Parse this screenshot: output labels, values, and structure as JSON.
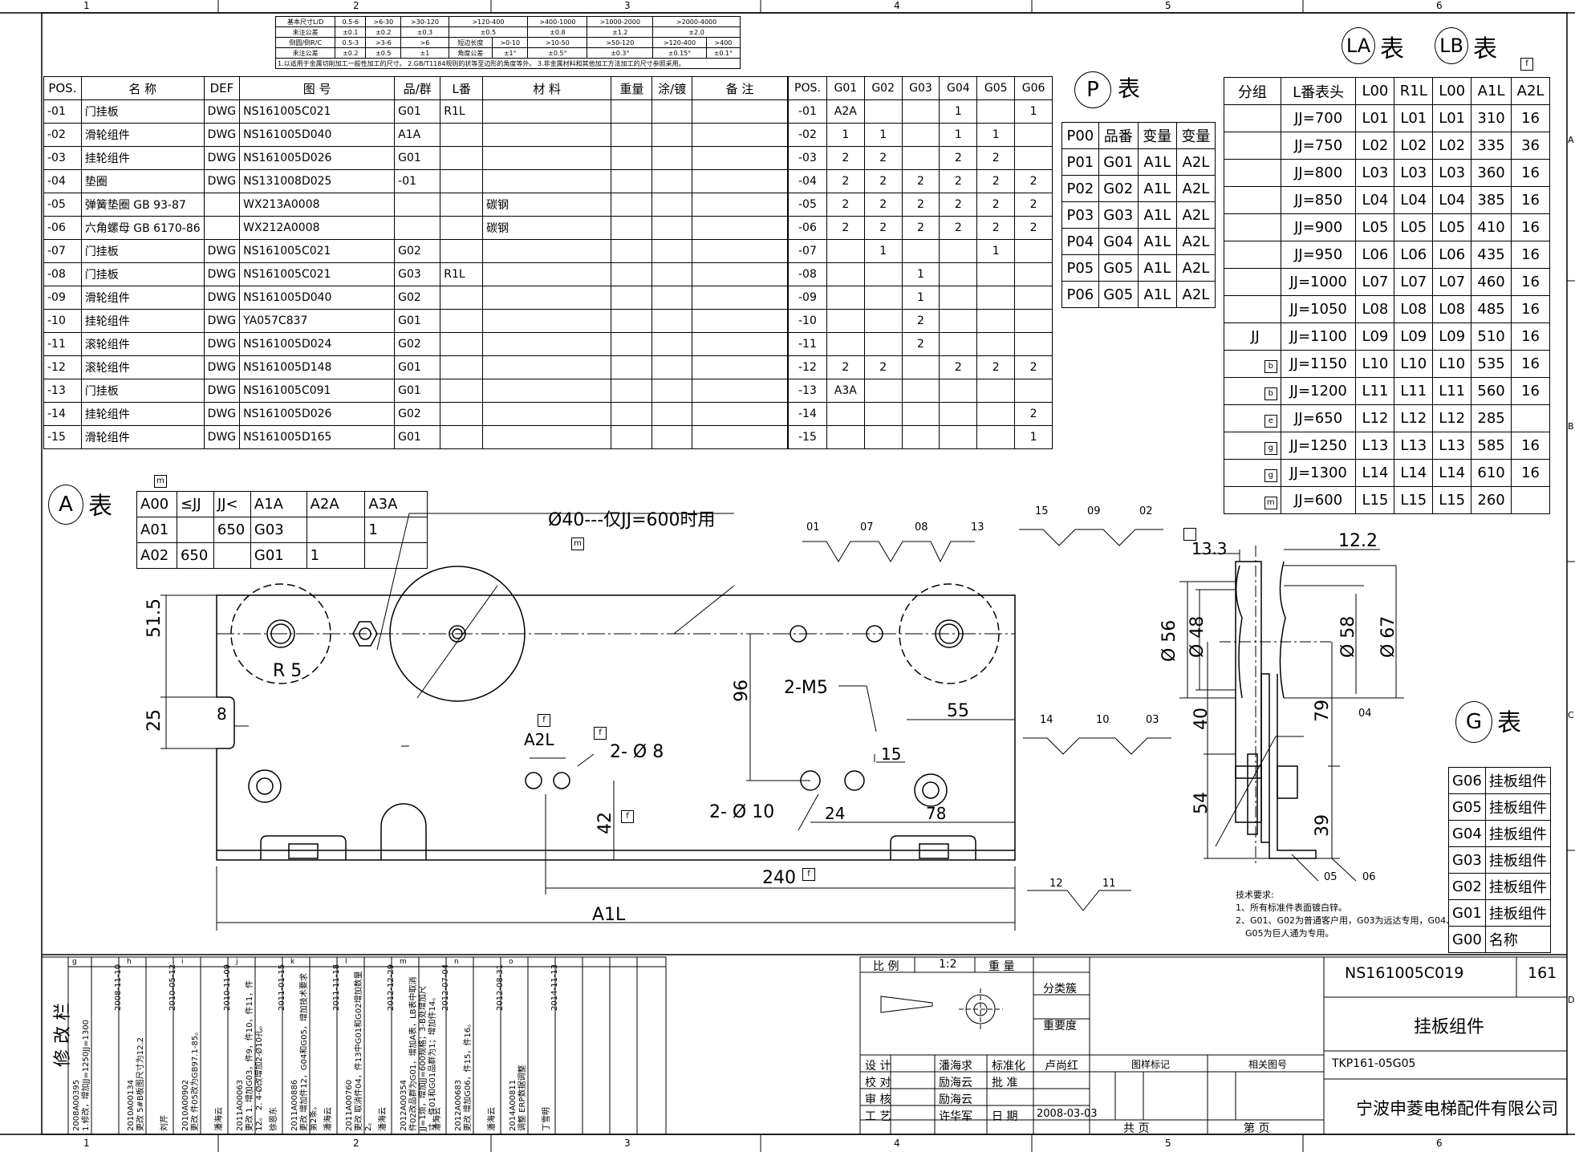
{
  "zone_cols": [
    "1",
    "2",
    "3",
    "4",
    "5",
    "6"
  ],
  "zone_rows": [
    "A",
    "B",
    "C",
    "D"
  ],
  "tolerance": {
    "row1": [
      "基本尺寸L/D",
      "0.5-6",
      ">6-30",
      ">30-120",
      ">120-400",
      ">400-1000",
      ">1000-2000",
      ">2000-4000"
    ],
    "row2": [
      "未注公差",
      "±0.1",
      "±0.2",
      "±0.3",
      "±0.5",
      "±0.8",
      "±1.2",
      "±2.0"
    ],
    "row3": [
      "倒圆/倒R/C",
      "0.5-3",
      ">3-6",
      ">6",
      "短边长度",
      ">0-10",
      ">10-50",
      ">50-120",
      ">120-400",
      ">400"
    ],
    "row4": [
      "未注公差",
      "±0.2",
      "±0.5",
      "±1",
      "角度公差",
      "±1°",
      "±0.5°",
      "±0.3°",
      "±0.15°",
      "±0.1°"
    ],
    "note": "1.以适用于金属切削加工一般性加工的尺寸。 2.GB/T1184规则的状等至边形的角度等外。 3.非金属材料和其他加工方法加工的尺寸参照采用。"
  },
  "parts": {
    "headers": [
      "POS.",
      "名 称",
      "DEF",
      "图 号",
      "品/群",
      "L番",
      "材 料",
      "重量",
      "涂/镀",
      "备 注"
    ],
    "rows": [
      [
        "-01",
        "门挂板",
        "DWG",
        "NS161005C021",
        "G01",
        "R1L",
        ""
      ],
      [
        "-02",
        "滑轮组件",
        "DWG",
        "NS161005D040",
        "A1A",
        "",
        ""
      ],
      [
        "-03",
        "挂轮组件",
        "DWG",
        "NS161005D026",
        "G01",
        "",
        ""
      ],
      [
        "-04",
        "垫圈",
        "DWG",
        "NS131008D025",
        "-01",
        "",
        ""
      ],
      [
        "-05",
        "弹簧垫圈 GB 93-87",
        "",
        "WX213A0008",
        "",
        "",
        "碳钢"
      ],
      [
        "-06",
        "六角螺母 GB 6170-86",
        "",
        "WX212A0008",
        "",
        "",
        "碳钢"
      ],
      [
        "-07",
        "门挂板",
        "DWG",
        "NS161005C021",
        "G02",
        "",
        ""
      ],
      [
        "-08",
        "门挂板",
        "DWG",
        "NS161005C021",
        "G03",
        "R1L",
        ""
      ],
      [
        "-09",
        "滑轮组件",
        "DWG",
        "NS161005D040",
        "G02",
        "",
        ""
      ],
      [
        "-10",
        "挂轮组件",
        "DWG",
        "YA057C837",
        "G01",
        "",
        ""
      ],
      [
        "-11",
        "滚轮组件",
        "DWG",
        "NS161005D024",
        "G02",
        "",
        ""
      ],
      [
        "-12",
        "滚轮组件",
        "DWG",
        "NS161005D148",
        "G01",
        "",
        ""
      ],
      [
        "-13",
        "门挂板",
        "DWG",
        "NS161005C091",
        "G01",
        "",
        ""
      ],
      [
        "-14",
        "挂轮组件",
        "DWG",
        "NS161005D026",
        "G02",
        "",
        ""
      ],
      [
        "-15",
        "滑轮组件",
        "DWG",
        "NS161005D165",
        "G01",
        "",
        ""
      ]
    ]
  },
  "pos_table": {
    "headers": [
      "POS.",
      "G01",
      "G02",
      "G03",
      "G04",
      "G05",
      "G06"
    ],
    "rows": [
      [
        "-01",
        "A2A",
        "",
        "",
        "1",
        "",
        "1"
      ],
      [
        "-02",
        "1",
        "1",
        "",
        "1",
        "1",
        ""
      ],
      [
        "-03",
        "2",
        "2",
        "",
        "2",
        "2",
        ""
      ],
      [
        "-04",
        "2",
        "2",
        "2",
        "2",
        "2",
        "2"
      ],
      [
        "-05",
        "2",
        "2",
        "2",
        "2",
        "2",
        "2"
      ],
      [
        "-06",
        "2",
        "2",
        "2",
        "2",
        "2",
        "2"
      ],
      [
        "-07",
        "",
        "1",
        "",
        "",
        "1",
        ""
      ],
      [
        "-08",
        "",
        "",
        "1",
        "",
        "",
        ""
      ],
      [
        "-09",
        "",
        "",
        "1",
        "",
        "",
        ""
      ],
      [
        "-10",
        "",
        "",
        "2",
        "",
        "",
        ""
      ],
      [
        "-11",
        "",
        "",
        "2",
        "",
        "",
        ""
      ],
      [
        "-12",
        "2",
        "2",
        "",
        "2",
        "2",
        "2"
      ],
      [
        "-13",
        "A3A",
        "",
        "",
        "",
        "",
        ""
      ],
      [
        "-14",
        "",
        "",
        "",
        "",
        "",
        "2"
      ],
      [
        "-15",
        "",
        "",
        "",
        "",
        "",
        "1"
      ]
    ]
  },
  "p_table": {
    "title_letter": "P",
    "title_suffix": "表",
    "headers": [
      "P00",
      "品番",
      "变量",
      "变量"
    ],
    "rows": [
      [
        "P01",
        "G01",
        "A1L",
        "A2L"
      ],
      [
        "P02",
        "G02",
        "A1L",
        "A2L"
      ],
      [
        "P03",
        "G03",
        "A1L",
        "A2L"
      ],
      [
        "P04",
        "G04",
        "A1L",
        "A2L"
      ],
      [
        "P05",
        "G05",
        "A1L",
        "A2L"
      ],
      [
        "P06",
        "G05",
        "A1L",
        "A2L"
      ]
    ]
  },
  "la_lb": {
    "la": "LA",
    "lb": "LB",
    "suffix": "表",
    "flag": "f",
    "headers": [
      "分组",
      "L番表头",
      "L00",
      "R1L",
      "L00",
      "A1L",
      "A2L"
    ],
    "group": "JJ",
    "rows": [
      [
        "",
        "JJ=700",
        "L01",
        "L01",
        "L01",
        "310",
        "16"
      ],
      [
        "",
        "JJ=750",
        "L02",
        "L02",
        "L02",
        "335",
        "36"
      ],
      [
        "",
        "JJ=800",
        "L03",
        "L03",
        "L03",
        "360",
        "16"
      ],
      [
        "",
        "JJ=850",
        "L04",
        "L04",
        "L04",
        "385",
        "16"
      ],
      [
        "",
        "JJ=900",
        "L05",
        "L05",
        "L05",
        "410",
        "16"
      ],
      [
        "",
        "JJ=950",
        "L06",
        "L06",
        "L06",
        "435",
        "16"
      ],
      [
        "",
        "JJ=1000",
        "L07",
        "L07",
        "L07",
        "460",
        "16"
      ],
      [
        "",
        "JJ=1050",
        "L08",
        "L08",
        "L08",
        "485",
        "16"
      ],
      [
        "",
        "JJ=1100",
        "L09",
        "L09",
        "L09",
        "510",
        "16"
      ],
      [
        "b",
        "JJ=1150",
        "L10",
        "L10",
        "L10",
        "535",
        "16"
      ],
      [
        "b",
        "JJ=1200",
        "L11",
        "L11",
        "L11",
        "560",
        "16"
      ],
      [
        "e",
        "JJ=650",
        "L12",
        "L12",
        "L12",
        "285",
        ""
      ],
      [
        "g",
        "JJ=1250",
        "L13",
        "L13",
        "L13",
        "585",
        "16"
      ],
      [
        "g",
        "JJ=1300",
        "L14",
        "L14",
        "L14",
        "610",
        "16"
      ],
      [
        "m",
        "JJ=600",
        "L15",
        "L15",
        "L15",
        "260",
        ""
      ]
    ]
  },
  "a_table": {
    "letter": "A",
    "suffix": "表",
    "flag": "m",
    "headers": [
      "A00",
      "≤JJ",
      "JJ<",
      "A1A",
      "A2A",
      "A3A"
    ],
    "rows": [
      [
        "A01",
        "",
        "650",
        "G03",
        "",
        "1"
      ],
      [
        "A02",
        "650",
        "",
        "G01",
        "1",
        ""
      ]
    ]
  },
  "g_table": {
    "letter": "G",
    "suffix": "表",
    "rows": [
      [
        "G06",
        "挂板组件"
      ],
      [
        "G05",
        "挂板组件"
      ],
      [
        "G04",
        "挂板组件"
      ],
      [
        "G03",
        "挂板组件"
      ],
      [
        "G02",
        "挂板组件"
      ],
      [
        "G01",
        "挂板组件"
      ],
      [
        "G00",
        "名称"
      ]
    ]
  },
  "drawing": {
    "note_d40": "Ø40---仅JJ=600时用",
    "d40_flag": "m",
    "balloons_top": [
      "01",
      "07",
      "08",
      "13"
    ],
    "balloons_side_top": [
      "15",
      "09",
      "02"
    ],
    "balloons_side_mid": [
      "14",
      "10",
      "03"
    ],
    "balloon_04": "04",
    "balloons_bottom": [
      "12",
      "11"
    ],
    "balloon_05": "05",
    "balloon_06": "06",
    "dims": {
      "d515": "51.5",
      "d25": "25",
      "r5": "R 5",
      "d8": "8",
      "d96": "96",
      "m5": "2-M5",
      "d55": "55",
      "a2l": "A2L",
      "phi8": "2-  Ø 8",
      "phi10": "2-  Ø 10",
      "d15": "15",
      "d24": "24",
      "d78": "78",
      "d42": "42",
      "d240": "240",
      "a1l": "A1L",
      "d133": "13.3",
      "d122": "12.2",
      "d56": "Ø 56",
      "d48": "Ø 48",
      "d58": "Ø 58",
      "d67": "Ø 67",
      "d40": "40",
      "d79": "79",
      "d54": "54",
      "d39": "39"
    },
    "flag_f": "f",
    "tech_title": "技术要求:",
    "tech_1": "1、所有标准件表面镀白锌。",
    "tech_2": "2、G01、G02为普通客户用，G03为远达专用，G04、",
    "tech_3": "G05为巨人通为专用。"
  },
  "revisions": {
    "label": "修 改 栏",
    "cols": [
      {
        "letter": "g",
        "date": "2008-11-10",
        "no": "2008A00395",
        "text": "1.修改，增加JJ=1250JJ=1300",
        "name": ""
      },
      {
        "letter": "h",
        "date": "2010-05-12",
        "no": "2010A00134",
        "text": "更改 5#B板图尺寸为12.2",
        "name": "刘芹"
      },
      {
        "letter": "i",
        "date": "2010-11-09",
        "no": "2010A00902",
        "text": "更改 件05改为GB97.1-85。",
        "name": "潘海云"
      },
      {
        "letter": "j",
        "date": "2011-01-15",
        "no": "2011A00063",
        "text": "更改 1. 增加G03，件9，件10，件11，件12。 2. 4-Ø改增加2-Ø10孔。",
        "name": "徐恩东"
      },
      {
        "letter": "k",
        "date": "2011-11-18",
        "no": "2011A00886",
        "text": "更改 增加件12，G04和G05，增加技术要求第2条。",
        "name": "潘海云"
      },
      {
        "letter": "l",
        "date": "2012-12-29",
        "no": "2011A00760",
        "text": "更改 取消件04，件13中G01和G02增加数量2。",
        "name": "潘海云"
      },
      {
        "letter": "m",
        "date": "2012-07-04",
        "no": "2012A00354",
        "text": "件02改品群为G01，增加A表，LB表中取消 JJ=1烦，增加JJ=600规格；3-B处增加尺寸，件01和G01品群为1；增加件14。",
        "name": "潘海云"
      },
      {
        "letter": "n",
        "date": "2012-08-31",
        "no": "2012A00683",
        "text": "更改 增加G06，件15，件16。",
        "name": "潘海云"
      },
      {
        "letter": "o",
        "date": "2014-11-13",
        "no": "2014A00811",
        "text": "调整 ERP数据调整",
        "name": "丁雪明"
      }
    ]
  },
  "title_block": {
    "scale_label": "比 例",
    "scale": "1:2",
    "weight_label": "重 量",
    "class_label": "分类簇",
    "importance_label": "重要度",
    "design_label": "设 计",
    "designer": "潘海求",
    "std_label": "标准化",
    "std_name": "卢尚红",
    "mark_label": "图样标记",
    "related_label": "相关图号",
    "check_label": "校 对",
    "checker": "励海云",
    "approve_label": "批 准",
    "review_label": "审 核",
    "reviewer": "励海云",
    "process_label": "工 艺",
    "processor": "许华军",
    "date_label": "日 期",
    "date": "2008-03-03",
    "total_label": "共 页",
    "page_label": "第 页",
    "drawing_no": "NS161005C019",
    "sheet_no": "161",
    "name": "挂板组件",
    "related_no": "TKP161-05G05",
    "company": "宁波申菱电梯配件有限公司"
  }
}
